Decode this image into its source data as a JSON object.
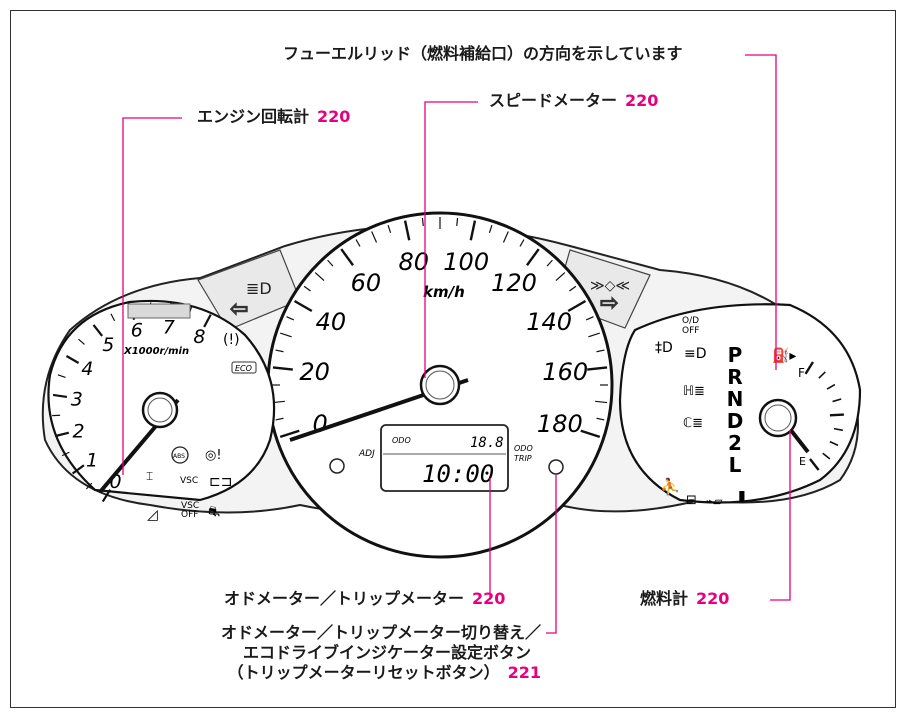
{
  "callouts": {
    "fuel_lid": {
      "text": "フューエルリッド（燃料補給口）の方向を示しています"
    },
    "tachometer": {
      "text": "エンジン回転計",
      "page": "220"
    },
    "speedometer": {
      "text": "スピードメーター",
      "page": "220"
    },
    "odometer": {
      "text": "オドメーター／トリップメーター",
      "page": "220"
    },
    "fuel_gauge": {
      "text": "燃料計",
      "page": "220"
    },
    "odo_button": {
      "line1": "オドメーター／トリップメーター切り替え／",
      "line2": "エコドライブインジケーター設定ボタン",
      "line3": "（トリップメーターリセットボタン）",
      "page": "221"
    }
  },
  "gauges": {
    "speed_labels": [
      "0",
      "20",
      "40",
      "60",
      "80",
      "100",
      "120",
      "140",
      "160",
      "180"
    ],
    "speed_unit": "km/h",
    "rpm_labels": [
      "0",
      "1",
      "2",
      "3",
      "4",
      "5",
      "6",
      "7",
      "8"
    ],
    "rpm_unit": "X1000r/min",
    "lcd": {
      "odo_label": "ODO",
      "trip_value": "18.8",
      "clock": "10:00"
    },
    "adj_label": "ADJ",
    "odotrip_label_1": "ODO",
    "odotrip_label_2": "TRIP",
    "gear_letters": [
      "P",
      "R",
      "N",
      "D",
      "2",
      "L"
    ],
    "fuel_f": "F",
    "fuel_e": "E",
    "od_off_1": "O/D",
    "od_off_2": "OFF",
    "vsc": "VSC",
    "vsc_off_1": "VSC",
    "vsc_off_2": "OFF",
    "abs": "ABS",
    "eco": "ECO"
  },
  "colors": {
    "accent": "#e6007e",
    "leader": "#e6007e",
    "ink": "#1a1a1a"
  }
}
